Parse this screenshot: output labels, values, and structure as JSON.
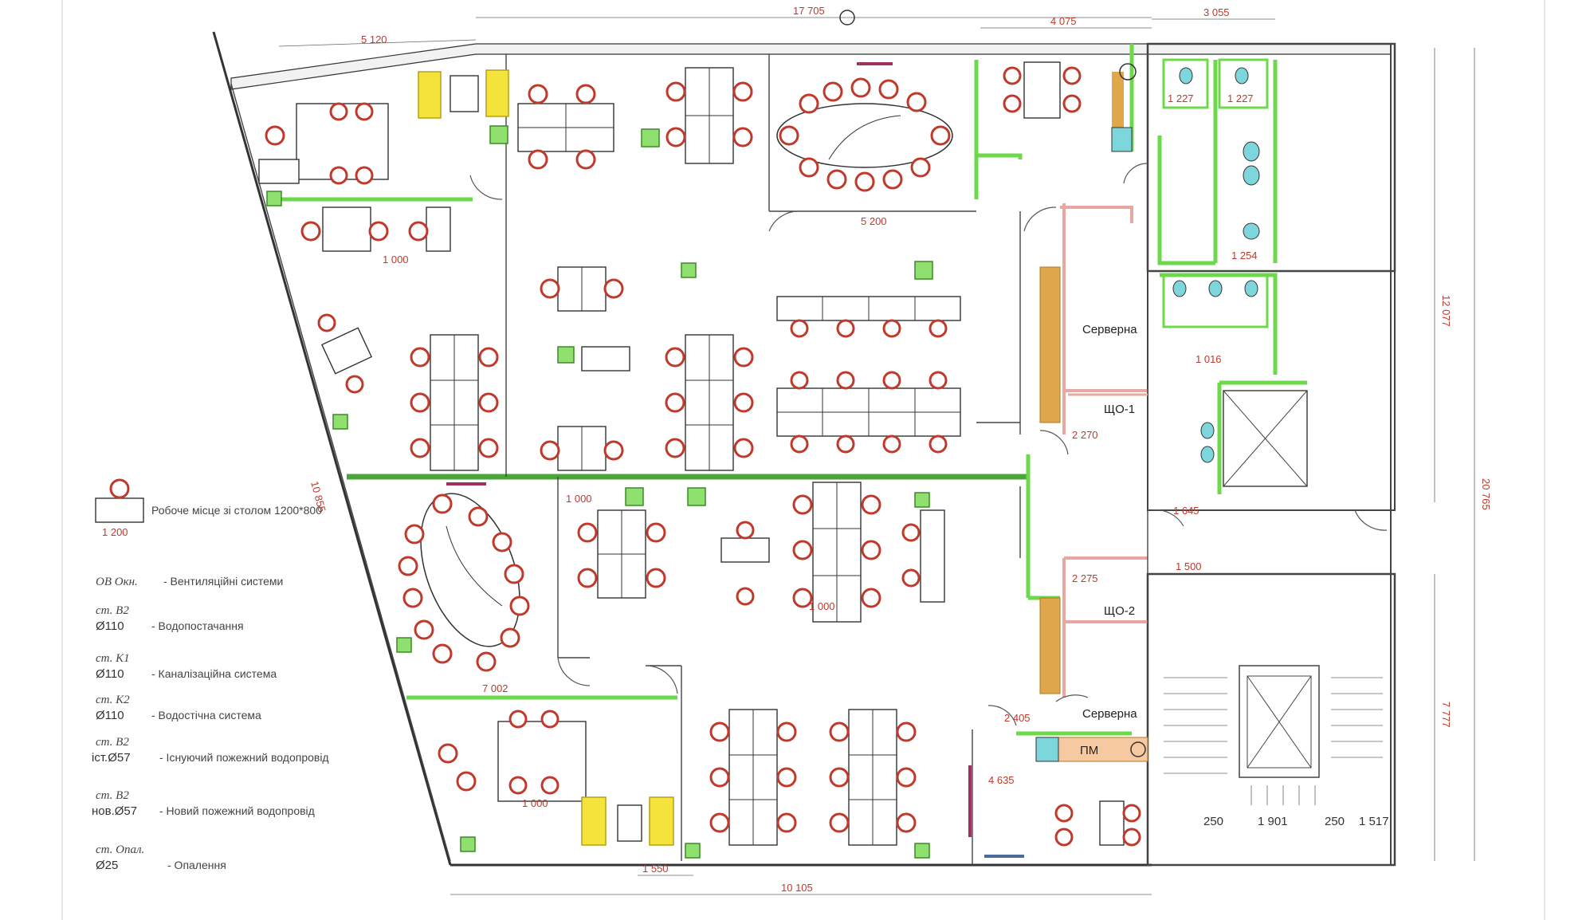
{
  "rooms": {
    "server_room_1": "Серверна",
    "server_room_2": "Серверна",
    "switchboard_1": "ЩО-1",
    "switchboard_2": "ЩО-2",
    "pm": "ПМ"
  },
  "dimensions": {
    "top_total": "17 705",
    "top_left": "5 120",
    "top_mid": "4 075",
    "top_right": "3 055",
    "bottom_total": "10 105",
    "bottom_sub": "1 550",
    "right_total": "20 765",
    "right_upper": "12 077",
    "right_lower": "7 777",
    "meeting_room_width": "5 200",
    "wc_1": "1 227",
    "wc_2": "1 227",
    "wc_3": "1 254",
    "wc_4": "1 016",
    "stair_a": "250",
    "stair_b": "1 901",
    "stair_c": "250",
    "stair_d": "1 517",
    "office_desk_1": "1 000",
    "office_desk_2": "1 000",
    "office_desk_3": "1 000",
    "corridor_1": "1 000",
    "corridor_2": "1 500",
    "conf_room": "7 002",
    "left_wall": "10 855",
    "sample_w": "1 200",
    "misc_1": "2 270",
    "misc_2": "2 275",
    "misc_3": "1 645",
    "misc_4": "2 405",
    "misc_5": "4 635"
  },
  "legend": {
    "workplace_label": "Робоче місце зі столом 1200*800",
    "items": [
      {
        "code": "ОВ Окн.",
        "size": "",
        "desc": "- Вентиляційні системи"
      },
      {
        "code": "ст. В2",
        "size": "Ø110",
        "desc": "- Водопостачання"
      },
      {
        "code": "ст. К1",
        "size": "Ø110",
        "desc": "- Каналізаційна система"
      },
      {
        "code": "ст. К2",
        "size": "Ø110",
        "desc": "- Водостічна система"
      },
      {
        "code": "ст. В2",
        "size": "іст.Ø57",
        "desc": "- Існуючий пожежний водопровід"
      },
      {
        "code": "ст. В2",
        "size": "нов.Ø57",
        "desc": "- Новий пожежний водопровід"
      },
      {
        "code": "ст. Опал.",
        "size": "Ø25",
        "desc": "- Опалення"
      }
    ]
  },
  "colors": {
    "partition": "#6cd94a",
    "chair": "#c0392b",
    "dimension": "#c0392b",
    "server_panel": "#e0a64a",
    "sofa": "#f3e33a"
  }
}
